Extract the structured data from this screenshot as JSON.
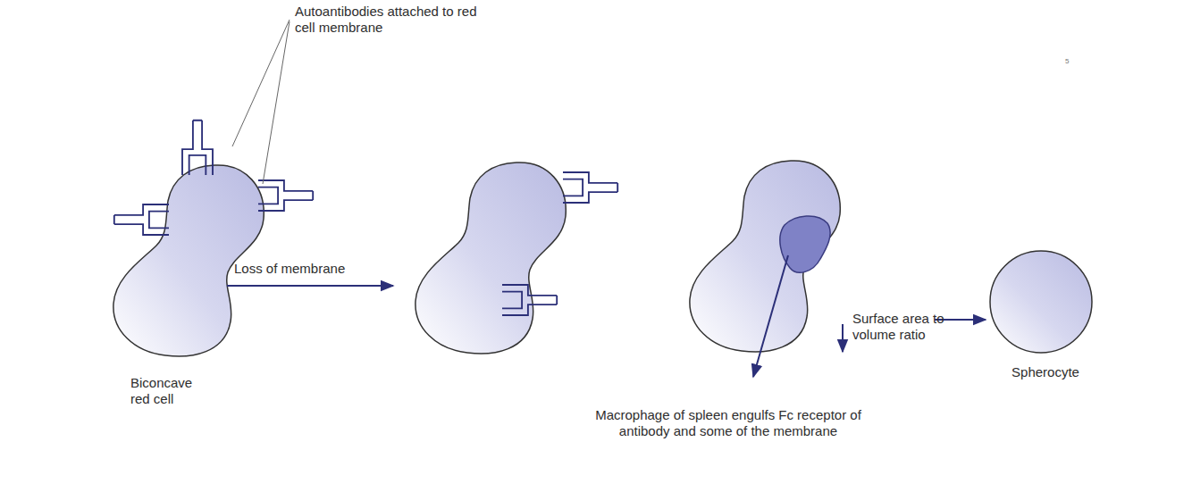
{
  "diagram": {
    "labels": [
      "Autoantibodies attached to red cell membrane",
      "Loss of membrane",
      "Biconcave red cell",
      "Macrophage of spleen engulfs Fc receptor of antibody and some of the membrane",
      "Surface area to volume ratio",
      "Spherocyte",
      "5"
    ]
  }
}
